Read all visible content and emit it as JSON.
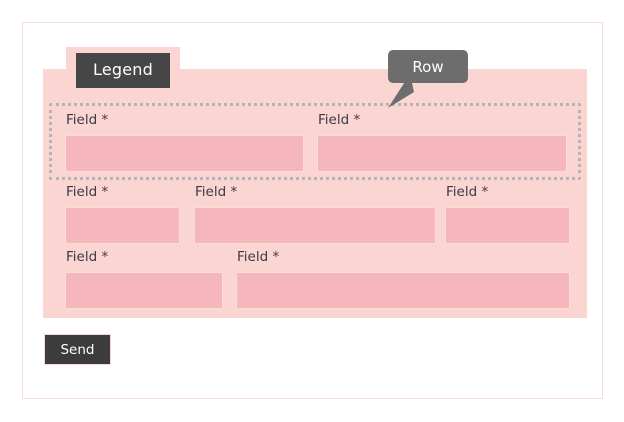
{
  "form": {
    "legend": "Legend",
    "callout": "Row",
    "required_marker": "*",
    "submit_label": "Send",
    "rows": [
      {
        "highlighted": true,
        "fields": [
          {
            "label": "Field *",
            "value": "",
            "placeholder": ""
          },
          {
            "label": "Field *",
            "value": "",
            "placeholder": ""
          }
        ]
      },
      {
        "highlighted": false,
        "fields": [
          {
            "label": "Field *",
            "value": "",
            "placeholder": ""
          },
          {
            "label": "Field *",
            "value": "",
            "placeholder": ""
          },
          {
            "label": "Field *",
            "value": "",
            "placeholder": ""
          }
        ]
      },
      {
        "highlighted": false,
        "fields": [
          {
            "label": "Field *",
            "value": "",
            "placeholder": ""
          },
          {
            "label": "Field *",
            "value": "",
            "placeholder": ""
          }
        ]
      }
    ]
  },
  "colors": {
    "fieldset_background": "#fad5d1",
    "input_fill": "#f5b7bc",
    "input_border": "#fbdcdb",
    "legend_background": "#464646",
    "callout_background": "#6d6d6d",
    "button_background": "#3c3c3c",
    "panel_border": "#f6ddd6",
    "row_border": "#b5b5b5",
    "label_text": "#3b3b47"
  }
}
